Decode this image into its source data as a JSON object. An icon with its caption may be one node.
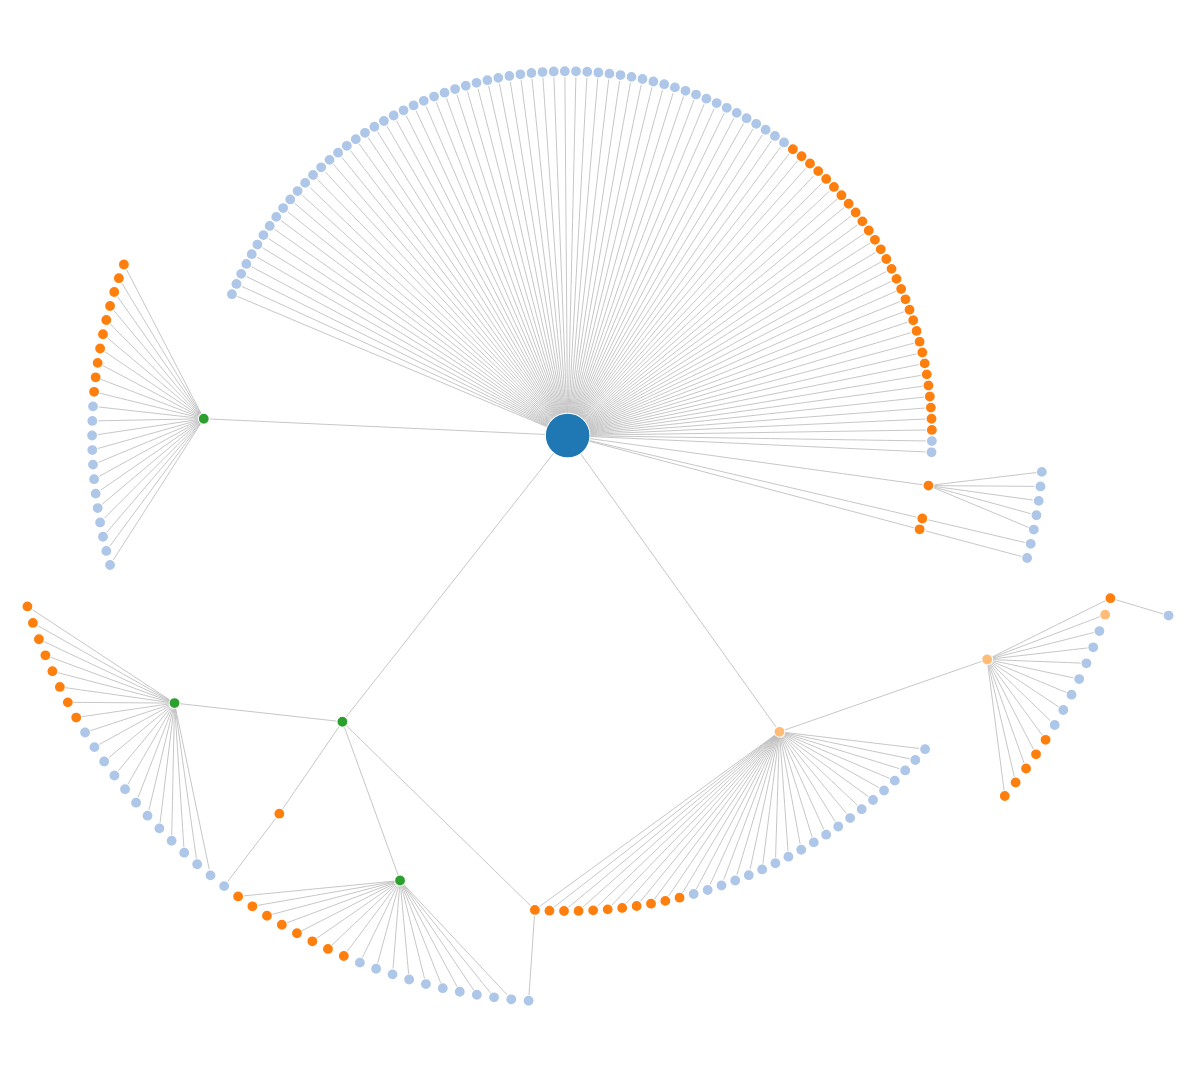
{
  "diagram": {
    "nodes": [
      {
        "text": [],
        "shape": "circle"
      },
      {
        "text": [],
        "shape": "circle"
      },
      {
        "text": [],
        "shape": "circle"
      },
      {
        "text": [],
        "shape": "circle"
      },
      {
        "text": [],
        "shape": "circle"
      },
      {
        "text": [],
        "shape": "circle"
      },
      {
        "text": [],
        "shape": "circle"
      },
      {
        "text": [],
        "shape": "circle"
      },
      {
        "text": [],
        "shape": "circle"
      },
      {
        "text": [],
        "shape": "circle"
      },
      {
        "text": [],
        "shape": "circle"
      },
      {
        "text": [],
        "shape": "circle"
      },
      {
        "text": [],
        "shape": "circle"
      },
      {
        "text": [],
        "shape": "circle"
      },
      {
        "text": [],
        "shape": "circle"
      },
      {
        "text": [],
        "shape": "circle"
      },
      {
        "text": [],
        "shape": "circle"
      },
      {
        "text": [],
        "shape": "circle"
      },
      {
        "text": [],
        "shape": "circle"
      },
      {
        "text": [],
        "shape": "circle"
      },
      {
        "text": [],
        "shape": "circle"
      },
      {
        "text": [],
        "shape": "circle"
      },
      {
        "text": [],
        "shape": "circle"
      },
      {
        "text": [],
        "shape": "circle"
      },
      {
        "text": [],
        "shape": "circle"
      },
      {
        "text": [],
        "shape": "circle"
      },
      {
        "text": [],
        "shape": "circle"
      },
      {
        "text": [],
        "shape": "circle"
      },
      {
        "text": [],
        "shape": "circle"
      },
      {
        "text": [],
        "shape": "circle"
      },
      {
        "text": [],
        "shape": "circle"
      },
      {
        "text": [],
        "shape": "circle"
      },
      {
        "text": [],
        "shape": "circle"
      },
      {
        "text": [],
        "shape": "circle"
      },
      {
        "text": [],
        "shape": "circle"
      },
      {
        "text": [],
        "shape": "circle"
      },
      {
        "text": [],
        "shape": "circle"
      },
      {
        "text": [],
        "shape": "circle"
      },
      {
        "text": [],
        "shape": "circle"
      },
      {
        "text": [],
        "shape": "circle"
      },
      {
        "text": [],
        "shape": "circle"
      },
      {
        "text": [],
        "shape": "circle"
      },
      {
        "text": [],
        "shape": "circle"
      },
      {
        "text": [],
        "shape": "circle"
      },
      {
        "text": [],
        "shape": "circle"
      },
      {
        "text": [],
        "shape": "circle"
      },
      {
        "text": [],
        "shape": "circle"
      },
      {
        "text": [],
        "shape": "circle"
      },
      {
        "text": [],
        "shape": "circle"
      },
      {
        "text": [],
        "shape": "circle"
      },
      {
        "text": [],
        "shape": "circle"
      },
      {
        "text": [],
        "shape": "circle"
      },
      {
        "text": [],
        "shape": "circle"
      },
      {
        "text": [],
        "shape": "circle"
      },
      {
        "text": [],
        "shape": "circle"
      },
      {
        "text": [],
        "shape": "circle"
      },
      {
        "text": [],
        "shape": "circle"
      },
      {
        "text": [],
        "shape": "circle"
      },
      {
        "text": [],
        "shape": "circle"
      },
      {
        "text": [],
        "shape": "circle"
      },
      {
        "text": [],
        "shape": "circle"
      },
      {
        "text": [],
        "shape": "circle"
      },
      {
        "text": [],
        "shape": "circle"
      },
      {
        "text": [],
        "shape": "circle"
      },
      {
        "text": [],
        "shape": "circle"
      },
      {
        "text": [],
        "shape": "circle"
      },
      {
        "text": [],
        "shape": "circle"
      },
      {
        "text": [],
        "shape": "circle"
      },
      {
        "text": [],
        "shape": "circle"
      },
      {
        "text": [],
        "shape": "circle"
      },
      {
        "text": [],
        "shape": "circle"
      },
      {
        "text": [],
        "shape": "circle"
      },
      {
        "text": [],
        "shape": "circle"
      },
      {
        "text": [],
        "shape": "circle"
      },
      {
        "text": [],
        "shape": "circle"
      },
      {
        "text": [],
        "shape": "circle"
      },
      {
        "text": [],
        "shape": "circle"
      },
      {
        "text": [],
        "shape": "circle"
      },
      {
        "text": [],
        "shape": "circle"
      },
      {
        "text": [],
        "shape": "circle"
      },
      {
        "text": [],
        "shape": "circle"
      },
      {
        "text": [],
        "shape": "circle"
      },
      {
        "text": [],
        "shape": "circle"
      },
      {
        "text": [],
        "shape": "circle"
      },
      {
        "text": [],
        "shape": "circle"
      },
      {
        "text": [],
        "shape": "circle"
      },
      {
        "text": [],
        "shape": "circle"
      },
      {
        "text": [],
        "shape": "circle"
      },
      {
        "text": [],
        "shape": "circle"
      },
      {
        "text": [],
        "shape": "circle"
      },
      {
        "text": [],
        "shape": "circle"
      },
      {
        "text": [],
        "shape": "circle"
      },
      {
        "text": [],
        "shape": "circle"
      },
      {
        "text": [],
        "shape": "circle"
      },
      {
        "text": [],
        "shape": "circle"
      },
      {
        "text": [],
        "shape": "circle"
      },
      {
        "text": [],
        "shape": "circle"
      },
      {
        "text": [],
        "shape": "circle"
      },
      {
        "text": [],
        "shape": "circle"
      },
      {
        "text": [],
        "shape": "circle"
      },
      {
        "text": [],
        "shape": "circle"
      },
      {
        "text": [],
        "shape": "circle"
      },
      {
        "text": [],
        "shape": "circle"
      },
      {
        "text": [],
        "shape": "circle"
      },
      {
        "text": [],
        "shape": "circle"
      },
      {
        "text": [],
        "shape": "circle"
      },
      {
        "text": [],
        "shape": "circle"
      },
      {
        "text": [],
        "shape": "circle"
      },
      {
        "text": [],
        "shape": "circle"
      },
      {
        "text": [],
        "shape": "circle"
      },
      {
        "text": [],
        "shape": "circle"
      },
      {
        "text": [],
        "shape": "circle"
      },
      {
        "text": [],
        "shape": "circle"
      },
      {
        "text": [],
        "shape": "circle"
      },
      {
        "text": [],
        "shape": "circle"
      },
      {
        "text": [],
        "shape": "circle"
      },
      {
        "text": [],
        "shape": "circle"
      },
      {
        "text": [],
        "shape": "circle"
      },
      {
        "text": [],
        "shape": "circle"
      },
      {
        "text": [],
        "shape": "circle"
      },
      {
        "text": [],
        "shape": "circle"
      },
      {
        "text": [],
        "shape": "circle"
      },
      {
        "text": [],
        "shape": "circle"
      },
      {
        "text": [],
        "shape": "circle"
      },
      {
        "text": [],
        "shape": "circle"
      },
      {
        "text": [],
        "shape": "circle"
      },
      {
        "text": [],
        "shape": "circle"
      },
      {
        "text": [],
        "shape": "circle"
      },
      {
        "text": [],
        "shape": "circle"
      },
      {
        "text": [],
        "shape": "circle"
      },
      {
        "text": [],
        "shape": "circle"
      },
      {
        "text": [],
        "shape": "circle"
      },
      {
        "text": [],
        "shape": "circle"
      },
      {
        "text": [],
        "shape": "circle"
      },
      {
        "text": [],
        "shape": "circle"
      },
      {
        "text": [],
        "shape": "circle"
      },
      {
        "text": [],
        "shape": "circle"
      },
      {
        "text": [],
        "shape": "circle"
      },
      {
        "text": [],
        "shape": "circle"
      },
      {
        "text": [],
        "shape": "circle"
      },
      {
        "text": [],
        "shape": "circle"
      },
      {
        "text": [],
        "shape": "circle"
      },
      {
        "text": [],
        "shape": "circle"
      },
      {
        "text": [],
        "shape": "circle"
      },
      {
        "text": [],
        "shape": "circle"
      },
      {
        "text": [],
        "shape": "circle"
      },
      {
        "text": [],
        "shape": "circle"
      },
      {
        "text": [],
        "shape": "circle"
      },
      {
        "text": [],
        "shape": "circle"
      },
      {
        "text": [],
        "shape": "circle"
      },
      {
        "text": [],
        "shape": "circle"
      },
      {
        "text": [],
        "shape": "circle"
      },
      {
        "text": [],
        "shape": "circle"
      },
      {
        "text": [],
        "shape": "circle"
      },
      {
        "text": [],
        "shape": "circle"
      },
      {
        "text": [],
        "shape": "circle"
      },
      {
        "text": [],
        "shape": "circle"
      },
      {
        "text": [],
        "shape": "circle"
      },
      {
        "text": [],
        "shape": "circle"
      },
      {
        "text": [],
        "shape": "circle"
      },
      {
        "text": [],
        "shape": "circle"
      },
      {
        "text": [],
        "shape": "circle"
      },
      {
        "text": [],
        "shape": "circle"
      },
      {
        "text": [],
        "shape": "circle"
      },
      {
        "text": [],
        "shape": "circle"
      },
      {
        "text": [],
        "shape": "circle"
      },
      {
        "text": [],
        "shape": "circle"
      },
      {
        "text": [],
        "shape": "circle"
      },
      {
        "text": [],
        "shape": "circle"
      },
      {
        "text": [],
        "shape": "circle"
      },
      {
        "text": [],
        "shape": "circle"
      },
      {
        "text": [],
        "shape": "circle"
      },
      {
        "text": [],
        "shape": "circle"
      },
      {
        "text": [],
        "shape": "circle"
      },
      {
        "text": [],
        "shape": "circle"
      },
      {
        "text": [],
        "shape": "circle"
      },
      {
        "text": [],
        "shape": "circle"
      },
      {
        "text": [],
        "shape": "circle"
      },
      {
        "text": [],
        "shape": "circle"
      },
      {
        "text": [],
        "shape": "circle"
      },
      {
        "text": [],
        "shape": "circle"
      },
      {
        "text": [],
        "shape": "circle"
      },
      {
        "text": [],
        "shape": "circle"
      },
      {
        "text": [],
        "shape": "circle"
      },
      {
        "text": [],
        "shape": "circle"
      },
      {
        "text": [],
        "shape": "circle"
      },
      {
        "text": [],
        "shape": "circle"
      },
      {
        "text": [],
        "shape": "circle"
      },
      {
        "text": [],
        "shape": "circle"
      },
      {
        "text": [],
        "shape": "circle"
      },
      {
        "text": [],
        "shape": "circle"
      },
      {
        "text": [],
        "shape": "circle"
      },
      {
        "text": [],
        "shape": "circle"
      },
      {
        "text": [],
        "shape": "circle"
      },
      {
        "text": [],
        "shape": "circle"
      },
      {
        "text": [],
        "shape": "circle"
      },
      {
        "text": [],
        "shape": "circle"
      },
      {
        "text": [],
        "shape": "circle"
      },
      {
        "text": [],
        "shape": "circle"
      },
      {
        "text": [],
        "shape": "circle"
      },
      {
        "text": [],
        "shape": "circle"
      },
      {
        "text": [],
        "shape": "circle"
      },
      {
        "text": [],
        "shape": "circle"
      },
      {
        "text": [],
        "shape": "circle"
      },
      {
        "text": [],
        "shape": "circle"
      },
      {
        "text": [],
        "shape": "circle"
      },
      {
        "text": [],
        "shape": "circle"
      },
      {
        "text": [],
        "shape": "circle"
      },
      {
        "text": [],
        "shape": "circle"
      },
      {
        "text": [],
        "shape": "circle"
      },
      {
        "text": [],
        "shape": "circle"
      },
      {
        "text": [],
        "shape": "circle"
      },
      {
        "text": [],
        "shape": "circle"
      },
      {
        "text": [],
        "shape": "circle"
      },
      {
        "text": [],
        "shape": "circle"
      },
      {
        "text": [],
        "shape": "circle"
      },
      {
        "text": [],
        "shape": "circle"
      },
      {
        "text": [],
        "shape": "circle"
      }
    ],
    "edges": [
      {
        "from": 0,
        "to": 1,
        "arrow": "none"
      },
      {
        "from": 0,
        "to": 2,
        "arrow": "none"
      },
      {
        "from": 0,
        "to": 3,
        "arrow": "none"
      },
      {
        "from": 0,
        "to": 4,
        "arrow": "none"
      },
      {
        "from": 0,
        "to": 5,
        "arrow": "none"
      },
      {
        "from": 0,
        "to": 6,
        "arrow": "none"
      },
      {
        "from": 0,
        "to": 7,
        "arrow": "none"
      },
      {
        "from": 0,
        "to": 8,
        "arrow": "none"
      },
      {
        "from": 0,
        "to": 9,
        "arrow": "none"
      },
      {
        "from": 0,
        "to": 10,
        "arrow": "none"
      },
      {
        "from": 0,
        "to": 11,
        "arrow": "none"
      },
      {
        "from": 0,
        "to": 12,
        "arrow": "none"
      },
      {
        "from": 0,
        "to": 13,
        "arrow": "none"
      },
      {
        "from": 0,
        "to": 14,
        "arrow": "none"
      },
      {
        "from": 0,
        "to": 15,
        "arrow": "none"
      },
      {
        "from": 0,
        "to": 16,
        "arrow": "none"
      },
      {
        "from": 0,
        "to": 17,
        "arrow": "none"
      },
      {
        "from": 0,
        "to": 18,
        "arrow": "none"
      },
      {
        "from": 0,
        "to": 19,
        "arrow": "none"
      },
      {
        "from": 0,
        "to": 20,
        "arrow": "none"
      },
      {
        "from": 0,
        "to": 21,
        "arrow": "none"
      },
      {
        "from": 0,
        "to": 22,
        "arrow": "none"
      },
      {
        "from": 0,
        "to": 23,
        "arrow": "none"
      },
      {
        "from": 0,
        "to": 24,
        "arrow": "none"
      },
      {
        "from": 0,
        "to": 25,
        "arrow": "none"
      },
      {
        "from": 0,
        "to": 26,
        "arrow": "none"
      },
      {
        "from": 0,
        "to": 27,
        "arrow": "none"
      },
      {
        "from": 0,
        "to": 28,
        "arrow": "none"
      },
      {
        "from": 0,
        "to": 29,
        "arrow": "none"
      },
      {
        "from": 0,
        "to": 30,
        "arrow": "none"
      },
      {
        "from": 0,
        "to": 31,
        "arrow": "none"
      },
      {
        "from": 0,
        "to": 32,
        "arrow": "none"
      },
      {
        "from": 0,
        "to": 33,
        "arrow": "none"
      },
      {
        "from": 0,
        "to": 34,
        "arrow": "none"
      },
      {
        "from": 0,
        "to": 35,
        "arrow": "none"
      },
      {
        "from": 0,
        "to": 36,
        "arrow": "none"
      },
      {
        "from": 0,
        "to": 37,
        "arrow": "none"
      },
      {
        "from": 0,
        "to": 38,
        "arrow": "none"
      },
      {
        "from": 0,
        "to": 39,
        "arrow": "none"
      },
      {
        "from": 0,
        "to": 40,
        "arrow": "none"
      },
      {
        "from": 0,
        "to": 41,
        "arrow": "none"
      },
      {
        "from": 0,
        "to": 42,
        "arrow": "none"
      },
      {
        "from": 0,
        "to": 43,
        "arrow": "none"
      },
      {
        "from": 0,
        "to": 44,
        "arrow": "none"
      },
      {
        "from": 0,
        "to": 45,
        "arrow": "none"
      },
      {
        "from": 0,
        "to": 46,
        "arrow": "none"
      },
      {
        "from": 0,
        "to": 47,
        "arrow": "none"
      },
      {
        "from": 0,
        "to": 48,
        "arrow": "none"
      },
      {
        "from": 0,
        "to": 49,
        "arrow": "none"
      },
      {
        "from": 0,
        "to": 50,
        "arrow": "none"
      },
      {
        "from": 0,
        "to": 51,
        "arrow": "none"
      },
      {
        "from": 0,
        "to": 52,
        "arrow": "none"
      },
      {
        "from": 0,
        "to": 53,
        "arrow": "none"
      },
      {
        "from": 0,
        "to": 54,
        "arrow": "none"
      },
      {
        "from": 0,
        "to": 55,
        "arrow": "none"
      },
      {
        "from": 0,
        "to": 56,
        "arrow": "none"
      },
      {
        "from": 0,
        "to": 57,
        "arrow": "none"
      },
      {
        "from": 0,
        "to": 58,
        "arrow": "none"
      },
      {
        "from": 0,
        "to": 59,
        "arrow": "none"
      },
      {
        "from": 0,
        "to": 60,
        "arrow": "none"
      },
      {
        "from": 0,
        "to": 61,
        "arrow": "none"
      },
      {
        "from": 0,
        "to": 62,
        "arrow": "none"
      },
      {
        "from": 0,
        "to": 63,
        "arrow": "none"
      },
      {
        "from": 0,
        "to": 64,
        "arrow": "none"
      },
      {
        "from": 0,
        "to": 65,
        "arrow": "none"
      },
      {
        "from": 0,
        "to": 66,
        "arrow": "none"
      },
      {
        "from": 0,
        "to": 67,
        "arrow": "none"
      },
      {
        "from": 0,
        "to": 68,
        "arrow": "none"
      },
      {
        "from": 0,
        "to": 69,
        "arrow": "none"
      },
      {
        "from": 0,
        "to": 70,
        "arrow": "none"
      },
      {
        "from": 0,
        "to": 71,
        "arrow": "none"
      },
      {
        "from": 0,
        "to": 72,
        "arrow": "none"
      },
      {
        "from": 0,
        "to": 73,
        "arrow": "none"
      },
      {
        "from": 0,
        "to": 74,
        "arrow": "none"
      },
      {
        "from": 0,
        "to": 75,
        "arrow": "none"
      },
      {
        "from": 0,
        "to": 76,
        "arrow": "none"
      },
      {
        "from": 0,
        "to": 77,
        "arrow": "none"
      },
      {
        "from": 0,
        "to": 78,
        "arrow": "none"
      },
      {
        "from": 0,
        "to": 79,
        "arrow": "none"
      },
      {
        "from": 0,
        "to": 80,
        "arrow": "none"
      },
      {
        "from": 0,
        "to": 81,
        "arrow": "none"
      },
      {
        "from": 0,
        "to": 82,
        "arrow": "none"
      },
      {
        "from": 0,
        "to": 83,
        "arrow": "none"
      },
      {
        "from": 0,
        "to": 84,
        "arrow": "none"
      },
      {
        "from": 0,
        "to": 85,
        "arrow": "none"
      },
      {
        "from": 0,
        "to": 86,
        "arrow": "none"
      },
      {
        "from": 0,
        "to": 87,
        "arrow": "none"
      },
      {
        "from": 0,
        "to": 88,
        "arrow": "none"
      },
      {
        "from": 0,
        "to": 89,
        "arrow": "none"
      },
      {
        "from": 0,
        "to": 90,
        "arrow": "none"
      },
      {
        "from": 0,
        "to": 91,
        "arrow": "none"
      },
      {
        "from": 91,
        "to": 92,
        "arrow": "none"
      },
      {
        "from": 91,
        "to": 93,
        "arrow": "none"
      },
      {
        "from": 91,
        "to": 94,
        "arrow": "none"
      },
      {
        "from": 91,
        "to": 95,
        "arrow": "none"
      },
      {
        "from": 91,
        "to": 96,
        "arrow": "none"
      },
      {
        "from": 91,
        "to": 97,
        "arrow": "none"
      },
      {
        "from": 91,
        "to": 98,
        "arrow": "none"
      },
      {
        "from": 91,
        "to": 99,
        "arrow": "none"
      },
      {
        "from": 91,
        "to": 100,
        "arrow": "none"
      },
      {
        "from": 91,
        "to": 101,
        "arrow": "none"
      },
      {
        "from": 91,
        "to": 102,
        "arrow": "none"
      },
      {
        "from": 91,
        "to": 103,
        "arrow": "none"
      },
      {
        "from": 91,
        "to": 104,
        "arrow": "none"
      },
      {
        "from": 91,
        "to": 105,
        "arrow": "none"
      },
      {
        "from": 91,
        "to": 106,
        "arrow": "none"
      },
      {
        "from": 91,
        "to": 107,
        "arrow": "none"
      },
      {
        "from": 91,
        "to": 108,
        "arrow": "none"
      },
      {
        "from": 91,
        "to": 109,
        "arrow": "none"
      },
      {
        "from": 91,
        "to": 110,
        "arrow": "none"
      },
      {
        "from": 91,
        "to": 111,
        "arrow": "none"
      },
      {
        "from": 91,
        "to": 112,
        "arrow": "none"
      },
      {
        "from": 91,
        "to": 113,
        "arrow": "none"
      },
      {
        "from": 0,
        "to": 114,
        "arrow": "none"
      },
      {
        "from": 114,
        "to": 115,
        "arrow": "none"
      },
      {
        "from": 115,
        "to": 116,
        "arrow": "none"
      },
      {
        "from": 115,
        "to": 117,
        "arrow": "none"
      },
      {
        "from": 115,
        "to": 118,
        "arrow": "none"
      },
      {
        "from": 115,
        "to": 119,
        "arrow": "none"
      },
      {
        "from": 115,
        "to": 120,
        "arrow": "none"
      },
      {
        "from": 115,
        "to": 121,
        "arrow": "none"
      },
      {
        "from": 115,
        "to": 122,
        "arrow": "none"
      },
      {
        "from": 115,
        "to": 123,
        "arrow": "none"
      },
      {
        "from": 115,
        "to": 124,
        "arrow": "none"
      },
      {
        "from": 115,
        "to": 125,
        "arrow": "none"
      },
      {
        "from": 115,
        "to": 126,
        "arrow": "none"
      },
      {
        "from": 115,
        "to": 127,
        "arrow": "none"
      },
      {
        "from": 115,
        "to": 128,
        "arrow": "none"
      },
      {
        "from": 115,
        "to": 129,
        "arrow": "none"
      },
      {
        "from": 115,
        "to": 130,
        "arrow": "none"
      },
      {
        "from": 115,
        "to": 131,
        "arrow": "none"
      },
      {
        "from": 115,
        "to": 132,
        "arrow": "none"
      },
      {
        "from": 115,
        "to": 133,
        "arrow": "none"
      },
      {
        "from": 115,
        "to": 134,
        "arrow": "none"
      },
      {
        "from": 115,
        "to": 135,
        "arrow": "none"
      },
      {
        "from": 114,
        "to": 136,
        "arrow": "none"
      },
      {
        "from": 136,
        "to": 137,
        "arrow": "none"
      },
      {
        "from": 114,
        "to": 138,
        "arrow": "none"
      },
      {
        "from": 138,
        "to": 139,
        "arrow": "none"
      },
      {
        "from": 138,
        "to": 140,
        "arrow": "none"
      },
      {
        "from": 138,
        "to": 141,
        "arrow": "none"
      },
      {
        "from": 138,
        "to": 142,
        "arrow": "none"
      },
      {
        "from": 138,
        "to": 143,
        "arrow": "none"
      },
      {
        "from": 138,
        "to": 144,
        "arrow": "none"
      },
      {
        "from": 138,
        "to": 145,
        "arrow": "none"
      },
      {
        "from": 138,
        "to": 146,
        "arrow": "none"
      },
      {
        "from": 138,
        "to": 147,
        "arrow": "none"
      },
      {
        "from": 138,
        "to": 148,
        "arrow": "none"
      },
      {
        "from": 138,
        "to": 149,
        "arrow": "none"
      },
      {
        "from": 138,
        "to": 150,
        "arrow": "none"
      },
      {
        "from": 138,
        "to": 151,
        "arrow": "none"
      },
      {
        "from": 138,
        "to": 152,
        "arrow": "none"
      },
      {
        "from": 138,
        "to": 153,
        "arrow": "none"
      },
      {
        "from": 138,
        "to": 154,
        "arrow": "none"
      },
      {
        "from": 138,
        "to": 155,
        "arrow": "none"
      },
      {
        "from": 138,
        "to": 156,
        "arrow": "none"
      },
      {
        "from": 114,
        "to": 157,
        "arrow": "none"
      },
      {
        "from": 157,
        "to": 158,
        "arrow": "none"
      },
      {
        "from": 157,
        "to": 159,
        "arrow": "none"
      },
      {
        "from": 0,
        "to": 159,
        "arrow": "none"
      },
      {
        "from": 159,
        "to": 160,
        "arrow": "none"
      },
      {
        "from": 159,
        "to": 161,
        "arrow": "none"
      },
      {
        "from": 159,
        "to": 162,
        "arrow": "none"
      },
      {
        "from": 159,
        "to": 163,
        "arrow": "none"
      },
      {
        "from": 159,
        "to": 164,
        "arrow": "none"
      },
      {
        "from": 159,
        "to": 165,
        "arrow": "none"
      },
      {
        "from": 159,
        "to": 166,
        "arrow": "none"
      },
      {
        "from": 159,
        "to": 167,
        "arrow": "none"
      },
      {
        "from": 159,
        "to": 168,
        "arrow": "none"
      },
      {
        "from": 159,
        "to": 169,
        "arrow": "none"
      },
      {
        "from": 159,
        "to": 170,
        "arrow": "none"
      },
      {
        "from": 159,
        "to": 171,
        "arrow": "none"
      },
      {
        "from": 159,
        "to": 172,
        "arrow": "none"
      },
      {
        "from": 159,
        "to": 173,
        "arrow": "none"
      },
      {
        "from": 159,
        "to": 174,
        "arrow": "none"
      },
      {
        "from": 159,
        "to": 175,
        "arrow": "none"
      },
      {
        "from": 159,
        "to": 176,
        "arrow": "none"
      },
      {
        "from": 159,
        "to": 177,
        "arrow": "none"
      },
      {
        "from": 159,
        "to": 178,
        "arrow": "none"
      },
      {
        "from": 159,
        "to": 179,
        "arrow": "none"
      },
      {
        "from": 159,
        "to": 180,
        "arrow": "none"
      },
      {
        "from": 159,
        "to": 181,
        "arrow": "none"
      },
      {
        "from": 159,
        "to": 182,
        "arrow": "none"
      },
      {
        "from": 159,
        "to": 183,
        "arrow": "none"
      },
      {
        "from": 159,
        "to": 184,
        "arrow": "none"
      },
      {
        "from": 159,
        "to": 185,
        "arrow": "none"
      },
      {
        "from": 159,
        "to": 186,
        "arrow": "none"
      },
      {
        "from": 159,
        "to": 187,
        "arrow": "none"
      },
      {
        "from": 159,
        "to": 188,
        "arrow": "none"
      },
      {
        "from": 159,
        "to": 189,
        "arrow": "none"
      },
      {
        "from": 159,
        "to": 190,
        "arrow": "none"
      },
      {
        "from": 190,
        "to": 191,
        "arrow": "none"
      },
      {
        "from": 190,
        "to": 192,
        "arrow": "none"
      },
      {
        "from": 190,
        "to": 193,
        "arrow": "none"
      },
      {
        "from": 190,
        "to": 194,
        "arrow": "none"
      },
      {
        "from": 190,
        "to": 195,
        "arrow": "none"
      },
      {
        "from": 190,
        "to": 196,
        "arrow": "none"
      },
      {
        "from": 190,
        "to": 197,
        "arrow": "none"
      },
      {
        "from": 190,
        "to": 198,
        "arrow": "none"
      },
      {
        "from": 190,
        "to": 199,
        "arrow": "none"
      },
      {
        "from": 190,
        "to": 200,
        "arrow": "none"
      },
      {
        "from": 190,
        "to": 201,
        "arrow": "none"
      },
      {
        "from": 190,
        "to": 202,
        "arrow": "none"
      },
      {
        "from": 190,
        "to": 203,
        "arrow": "none"
      },
      {
        "from": 190,
        "to": 204,
        "arrow": "none"
      },
      {
        "from": 204,
        "to": 205,
        "arrow": "none"
      },
      {
        "from": 0,
        "to": 206,
        "arrow": "none"
      },
      {
        "from": 206,
        "to": 207,
        "arrow": "none"
      },
      {
        "from": 0,
        "to": 208,
        "arrow": "none"
      },
      {
        "from": 208,
        "to": 209,
        "arrow": "none"
      },
      {
        "from": 0,
        "to": 210,
        "arrow": "none"
      },
      {
        "from": 210,
        "to": 211,
        "arrow": "none"
      },
      {
        "from": 210,
        "to": 212,
        "arrow": "none"
      },
      {
        "from": 210,
        "to": 213,
        "arrow": "none"
      },
      {
        "from": 210,
        "to": 214,
        "arrow": "none"
      },
      {
        "from": 210,
        "to": 215,
        "arrow": "none"
      },
      {
        "from": 0,
        "to": 216,
        "arrow": "none"
      },
      {
        "from": 0,
        "to": 217,
        "arrow": "none"
      }
    ]
  }
}
